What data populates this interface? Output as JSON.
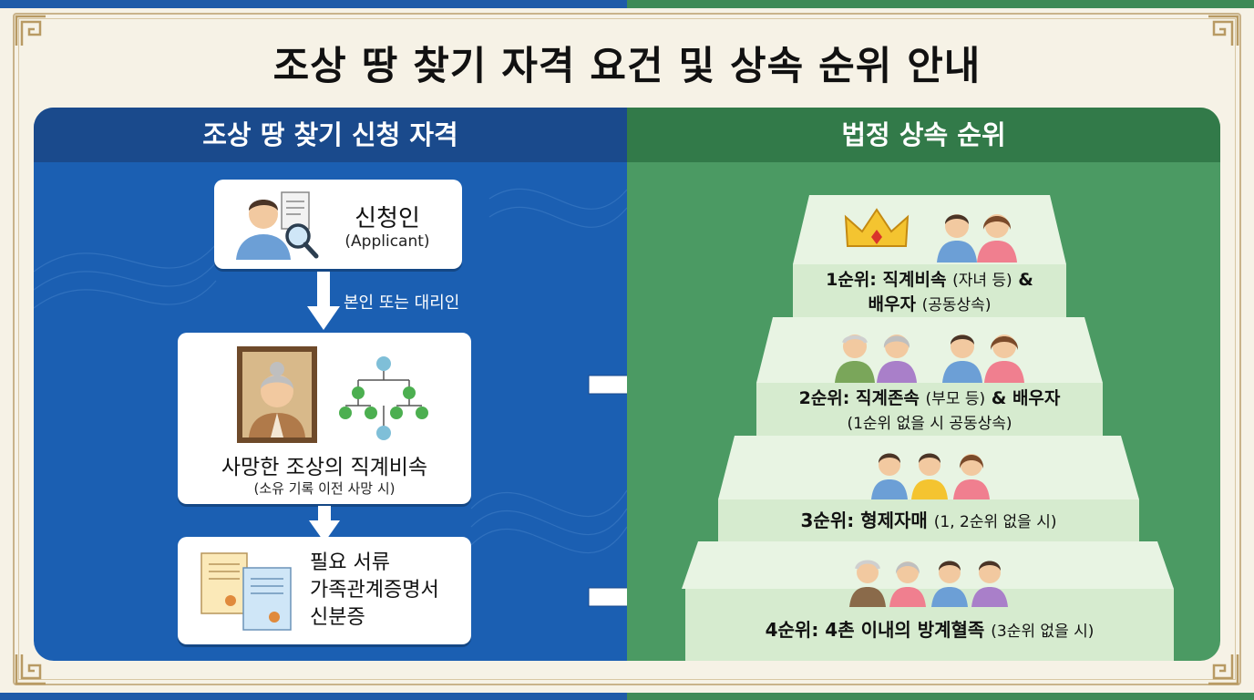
{
  "title": "조상 땅 찾기 자격 요건 및 상속 순위 안내",
  "left": {
    "heading": "조상 땅 찾기 신청 자격",
    "applicant": {
      "title": "신청인",
      "subtitle": "(Applicant)"
    },
    "arrow_label": "본인 또는 대리인",
    "descendant": {
      "title": "사망한 조상의 직계비속",
      "subtitle": "(소유 기록 이전 사망 시)"
    },
    "documents": {
      "line1": "필요 서류",
      "line2": "가족관계증명서",
      "line3": "신분증"
    }
  },
  "right": {
    "heading": "법정 상속 순위",
    "steps": [
      {
        "main": "1순위: 직계비속",
        "note": "(자녀 등)",
        "tail": "&",
        "line2_main": "배우자",
        "line2_note": "(공동상속)"
      },
      {
        "main": "2순위: 직계존속",
        "note": "(부모 등)",
        "tail": "& 배우자",
        "line2_note": "(1순위 없을 시 공동상속)"
      },
      {
        "main": "3순위: 형제자매",
        "note": "(1, 2순위 없을 시)"
      },
      {
        "main": "4순위: 4촌 이내의 방계혈족",
        "note": "(3순위 없을 시)"
      }
    ]
  },
  "colors": {
    "left_panel": "#1b5fb2",
    "left_header": "#1a4a8c",
    "right_panel": "#4b9a63",
    "right_header": "#327a49",
    "step_face": "#d6ebcf",
    "step_top": "#e8f4e3"
  }
}
